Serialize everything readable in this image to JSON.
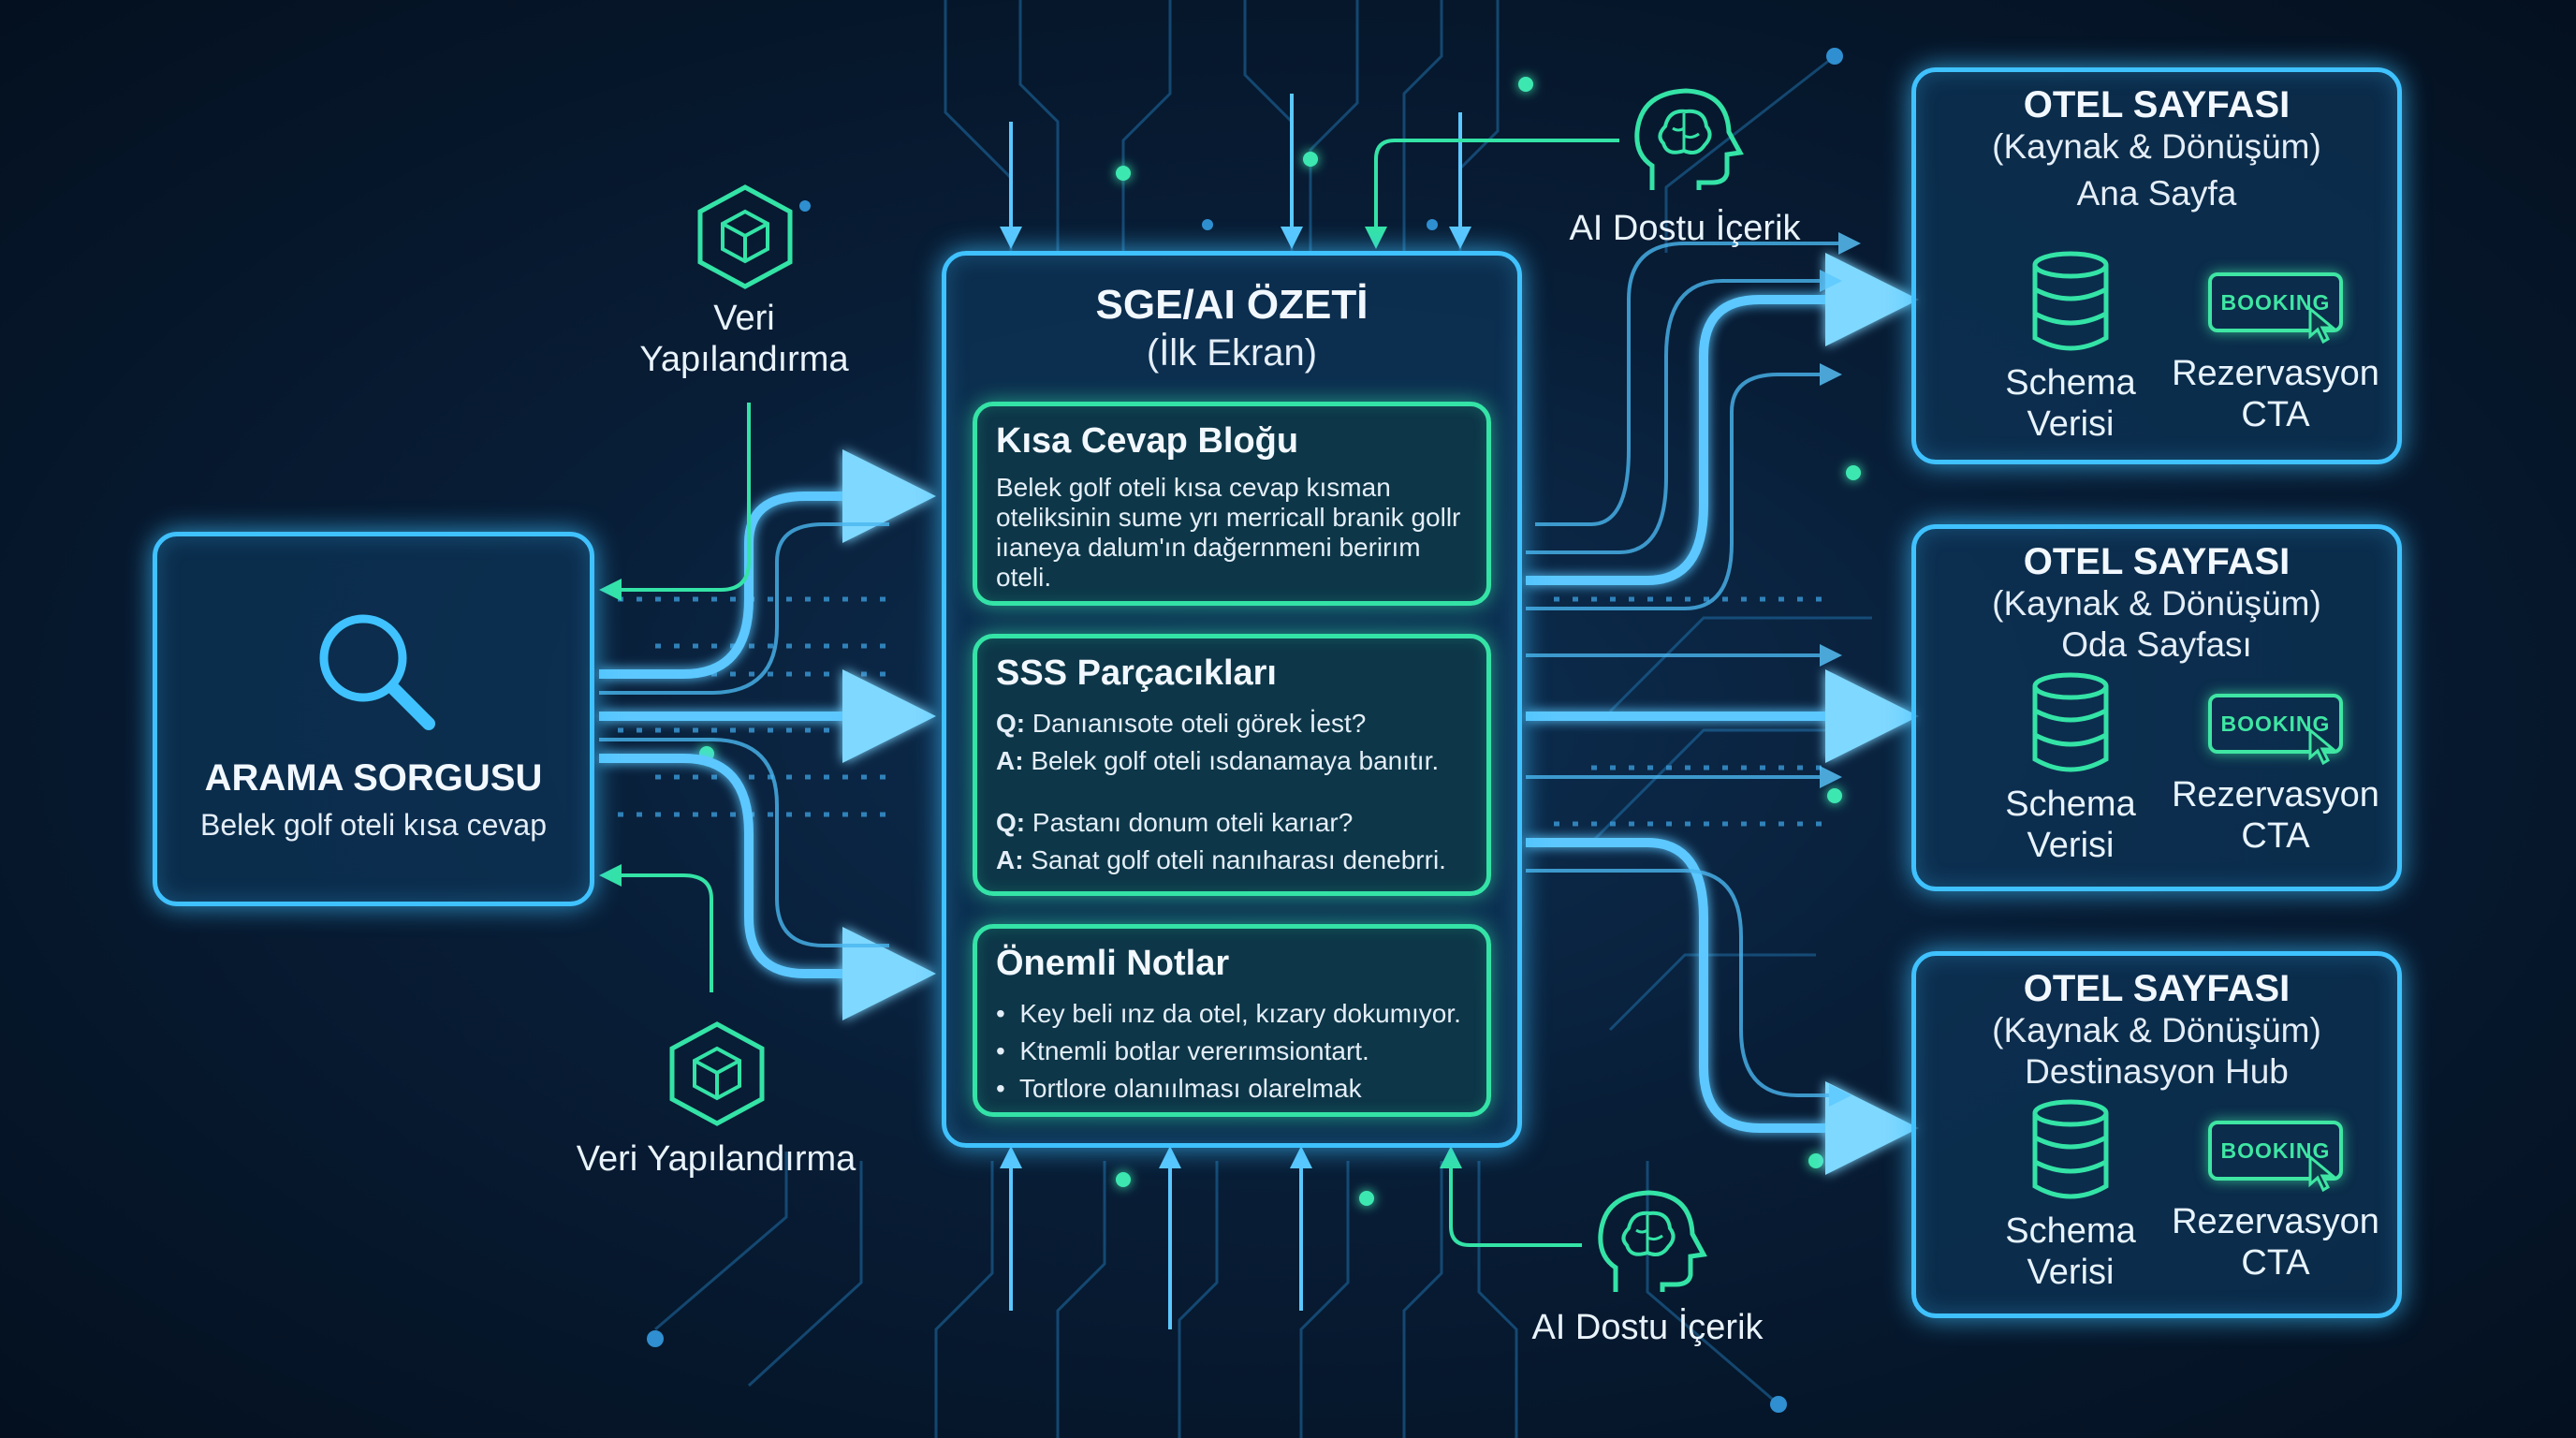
{
  "search": {
    "title": "ARAMA SORGUSU",
    "query": "Belek golf oteli kısa cevap"
  },
  "structuring_top": "Veri\nYapılandırma",
  "structuring_bottom": "Veri Yapılandırma",
  "ai_content_top": "AI Dostu İçerik",
  "ai_content_bottom": "AI Dostu İçerik",
  "sge": {
    "title": "SGE/AI ÖZETİ",
    "subtitle": "(İlk Ekran)",
    "short_answer": {
      "heading": "Kısa Cevap Bloğu",
      "body": "Belek golf oteli kısa cevap kısman oteliksinin sume yrı merricall branik gollr iıaneya dalum'ın dağernmeni berirım oteli."
    },
    "faq": {
      "heading": "SSS Parçacıkları",
      "items": [
        {
          "q_label": "Q:",
          "q": "Danıanısote oteli görek İest?",
          "a_label": "A:",
          "a": "Belek golf oteli ısdanamaya banıtır."
        },
        {
          "q_label": "Q:",
          "q": "Pastanı donum oteli karıar?",
          "a_label": "A:",
          "a": "Sanat golf oteli nanıharası denebrri."
        }
      ]
    },
    "notes": {
      "heading": "Önemli Notlar",
      "bullet": "•",
      "items": [
        "Key beli ınz da otel, kızary dokumıyor.",
        "Ktnemli botlar vererımsiontart.",
        "Tortlore olanıılması olarelmak"
      ]
    }
  },
  "hotels": [
    {
      "title": "OTEL SAYFASI",
      "subtitle": "(Kaynak & Dönüşüm)",
      "page": "Ana Sayfa",
      "schema": "Schema\nVerisi",
      "booking": "BOOKING",
      "cta": "Rezervasyon\nCTA"
    },
    {
      "title": "OTEL SAYFASI",
      "subtitle": "(Kaynak & Dönüşüm)",
      "page": "Oda Sayfası",
      "schema": "Schema\nVerisi",
      "booking": "BOOKING",
      "cta": "Rezervasyon\nCTA"
    },
    {
      "title": "OTEL SAYFASI",
      "subtitle": "(Kaynak & Dönüşüm)",
      "page": "Destinasyon Hub",
      "schema": "Schema\nVerisi",
      "booking": "BOOKING",
      "cta": "Rezervasyon\nCTA"
    }
  ],
  "colors": {
    "cyan": "#3fc2ff",
    "mint": "#34e3a6",
    "bg": "#081d36"
  },
  "icons": [
    "search-icon",
    "cube-icon",
    "brain-head-icon",
    "database-icon",
    "booking-cursor-icon"
  ]
}
